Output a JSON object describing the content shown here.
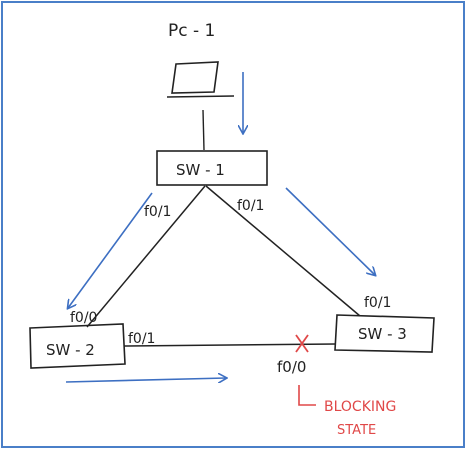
{
  "pc": {
    "label": "Pc - 1"
  },
  "switches": [
    {
      "id": "sw1",
      "label": "SW - 1"
    },
    {
      "id": "sw2",
      "label": "SW - 2"
    },
    {
      "id": "sw3",
      "label": "SW - 3"
    }
  ],
  "ports": {
    "sw1_left": "f0/1",
    "sw1_right": "f0/1",
    "sw2_top": "f0/0",
    "sw2_right": "f0/1",
    "sw3_top": "f0/1",
    "sw3_bottom": "f0/0"
  },
  "annotation": {
    "line1": "BLOCKING",
    "line2": "STATE"
  },
  "colors": {
    "ink": "#222222",
    "arrow": "#3d6fc2",
    "block": "#e04848",
    "frame": "#4a7fc8"
  }
}
